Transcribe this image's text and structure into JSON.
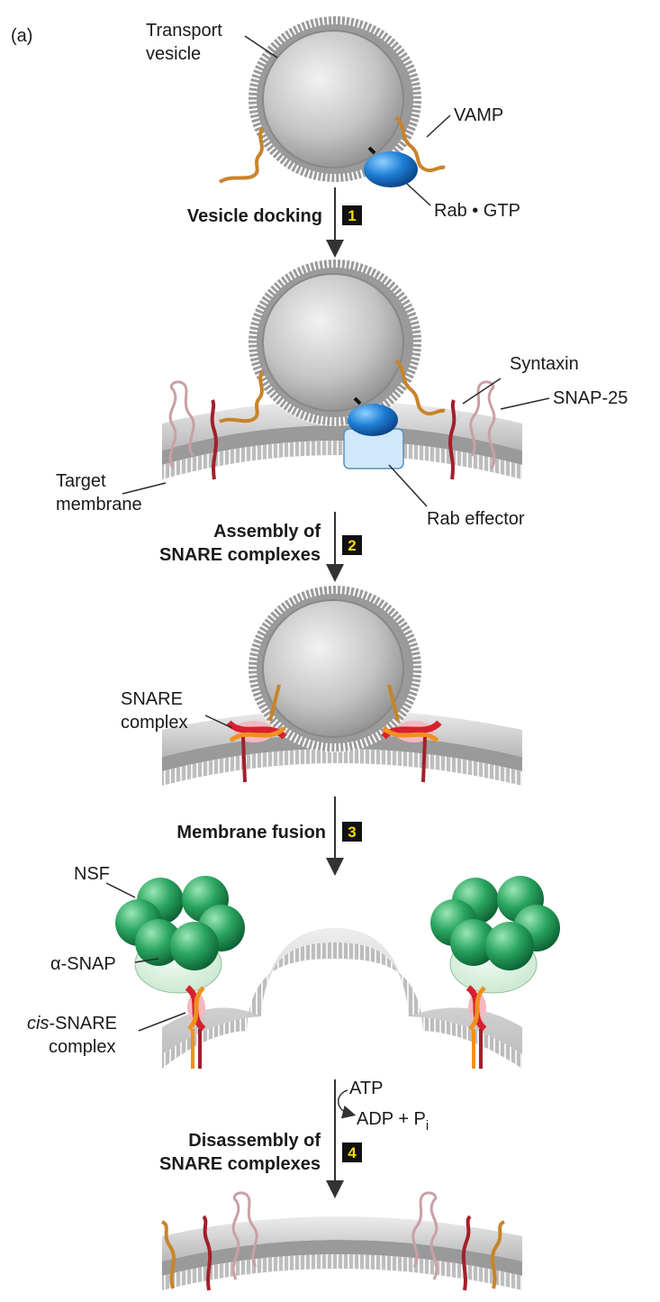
{
  "panel_label": "(a)",
  "labels": {
    "transport_vesicle": [
      "Transport",
      "vesicle"
    ],
    "vamp": "VAMP",
    "rab_gtp": "Rab • GTP",
    "syntaxin": "Syntaxin",
    "snap25": "SNAP-25",
    "target_membrane": [
      "Target",
      "membrane"
    ],
    "rab_effector": "Rab effector",
    "snare_complex": [
      "SNARE",
      "complex"
    ],
    "nsf": "NSF",
    "alpha_snap": "α-SNAP",
    "cis_snare_italic": "cis",
    "cis_snare_rest": "-SNARE",
    "cis_snare_line2": "complex",
    "atp": "ATP",
    "adp": "ADP + P",
    "adp_sub": "i"
  },
  "steps": [
    {
      "number": "1",
      "lines": [
        "Vesicle docking"
      ]
    },
    {
      "number": "2",
      "lines": [
        "Assembly of",
        "SNARE complexes"
      ]
    },
    {
      "number": "3",
      "lines": [
        "Membrane fusion"
      ]
    },
    {
      "number": "4",
      "lines": [
        "Disassembly of",
        "SNARE complexes"
      ]
    }
  ]
}
